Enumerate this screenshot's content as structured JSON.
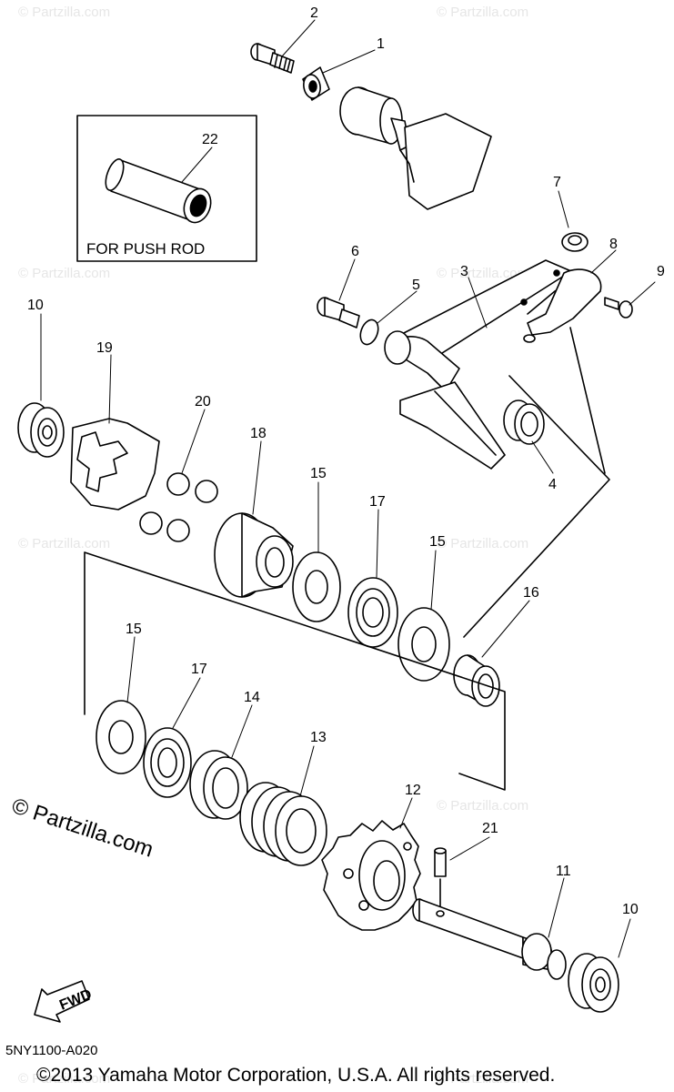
{
  "diagram": {
    "inset_label": "FOR PUSH ROD",
    "direction_label": "FWD",
    "diagram_code": "5NY1100-A020",
    "copyright": "©2013 Yamaha Motor Corporation, U.S.A. All rights reserved.",
    "brand_watermark": "© Partzilla.com",
    "faint_watermark": "© Partzilla.com",
    "callouts": {
      "c1": "1",
      "c2": "2",
      "c3": "3",
      "c4": "4",
      "c5": "5",
      "c6": "6",
      "c7": "7",
      "c8": "8",
      "c9": "9",
      "c10a": "10",
      "c10b": "10",
      "c11": "11",
      "c12": "12",
      "c13": "13",
      "c14": "14",
      "c15a": "15",
      "c15b": "15",
      "c15c": "15",
      "c16": "16",
      "c17a": "17",
      "c17b": "17",
      "c18": "18",
      "c19": "19",
      "c20": "20",
      "c21": "21",
      "c22": "22"
    }
  }
}
